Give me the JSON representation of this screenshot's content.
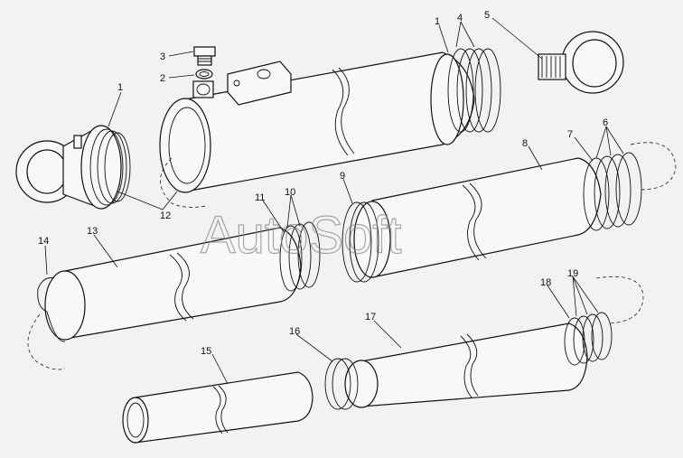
{
  "diagram": {
    "watermark": "AutoSoft",
    "callouts": {
      "c1_left": "1",
      "c1_right": "1",
      "c2": "2",
      "c3": "3",
      "c4": "4",
      "c5": "5",
      "c6": "6",
      "c7": "7",
      "c8": "8",
      "c9": "9",
      "c10": "10",
      "c11": "11",
      "c12": "12",
      "c13": "13",
      "c14": "14",
      "c15": "15",
      "c16": "16",
      "c17": "17",
      "c18": "18",
      "c19": "19"
    }
  }
}
